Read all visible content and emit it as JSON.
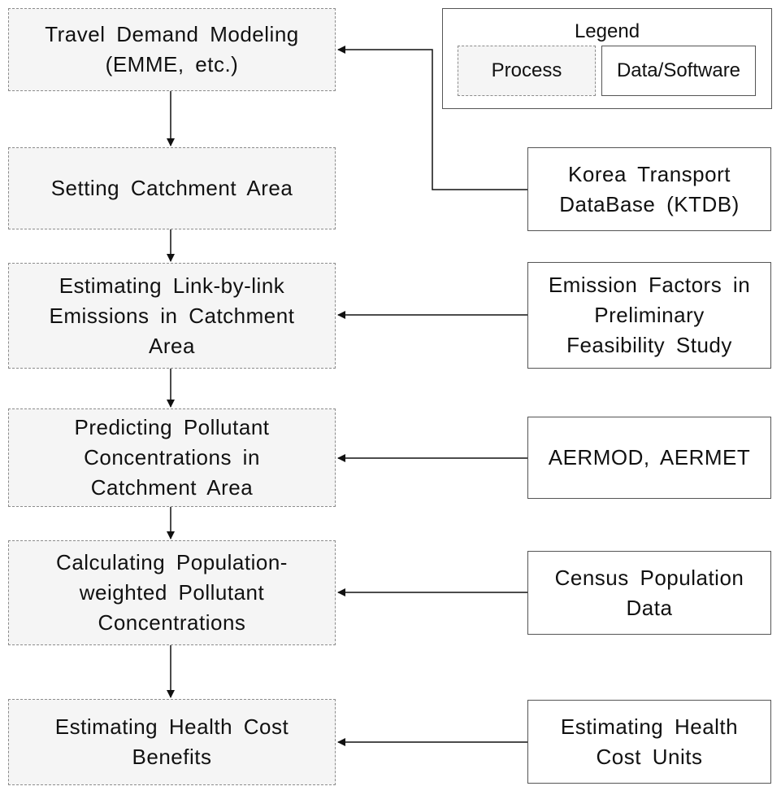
{
  "legend": {
    "title": "Legend",
    "process_label": "Process",
    "data_label": "Data/Software"
  },
  "process_steps": [
    {
      "lines": [
        "Travel Demand Modeling",
        "(EMME, etc.)"
      ]
    },
    {
      "lines": [
        "Setting Catchment Area"
      ]
    },
    {
      "lines": [
        "Estimating Link-by-link",
        "Emissions in Catchment",
        "Area"
      ]
    },
    {
      "lines": [
        "Predicting Pollutant",
        "Concentrations in",
        "Catchment Area"
      ]
    },
    {
      "lines": [
        "Calculating Population-",
        "weighted Pollutant",
        "Concentrations"
      ]
    },
    {
      "lines": [
        "Estimating Health Cost",
        "Benefits"
      ]
    }
  ],
  "data_sources": [
    {
      "lines": [
        "Korea Transport",
        "DataBase (KTDB)"
      ]
    },
    {
      "lines": [
        "Emission Factors in",
        "Preliminary",
        "Feasibility Study"
      ]
    },
    {
      "lines": [
        "AERMOD, AERMET"
      ]
    },
    {
      "lines": [
        "Census Population",
        "Data"
      ]
    },
    {
      "lines": [
        "Estimating Health",
        "Cost Units"
      ]
    }
  ]
}
